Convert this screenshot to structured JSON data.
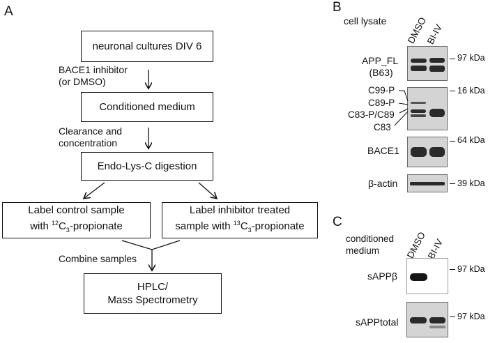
{
  "panels": {
    "a": "A",
    "b": "B",
    "c": "C"
  },
  "flow": {
    "step1": "neuronal cultures DIV 6",
    "note1_line1": "BACE1 inhibitor",
    "note1_line2": "(or DMSO)",
    "step2": "Conditioned medium",
    "note2_line1": "Clearance and",
    "note2_line2": "concentration",
    "step3": "Endo-Lys-C digestion",
    "left_line1": "Label control sample",
    "left_line2_pre": "with ",
    "left_sup": "12",
    "left_mid": "C",
    "left_sub": "3",
    "left_post": "-propionate",
    "right_line1": "Label inhibitor treated",
    "right_line2_pre": "sample  with ",
    "right_sup": "13",
    "right_mid": "C",
    "right_sub": "3",
    "right_post": "-propionate",
    "note3": "Combine samples",
    "step4_line1": "HPLC/",
    "step4_line2": "Mass Spectrometry"
  },
  "blot_b": {
    "title": "cell lysate",
    "lanes": [
      "DMSO",
      "BI-IV"
    ],
    "rows": {
      "app_fl": "APP_FL",
      "app_ab": "(B63)",
      "c99p": "C99-P",
      "c89p": "C89-P",
      "c83p": "C83-P/C89",
      "c83": "C83",
      "bace1": "BACE1",
      "actin": "β-actin"
    },
    "markers": [
      "97 kDa",
      "16 kDa",
      "64 kDa",
      "39 kDa"
    ]
  },
  "blot_c": {
    "title_line1": "conditioned",
    "title_line2": "medium",
    "lanes": [
      "DMSO",
      "BI-IV"
    ],
    "rows": {
      "sappb": "sAPPβ",
      "sapptotal": "sAPPtotal"
    },
    "markers": [
      "97 kDa",
      "97 kDa"
    ]
  }
}
